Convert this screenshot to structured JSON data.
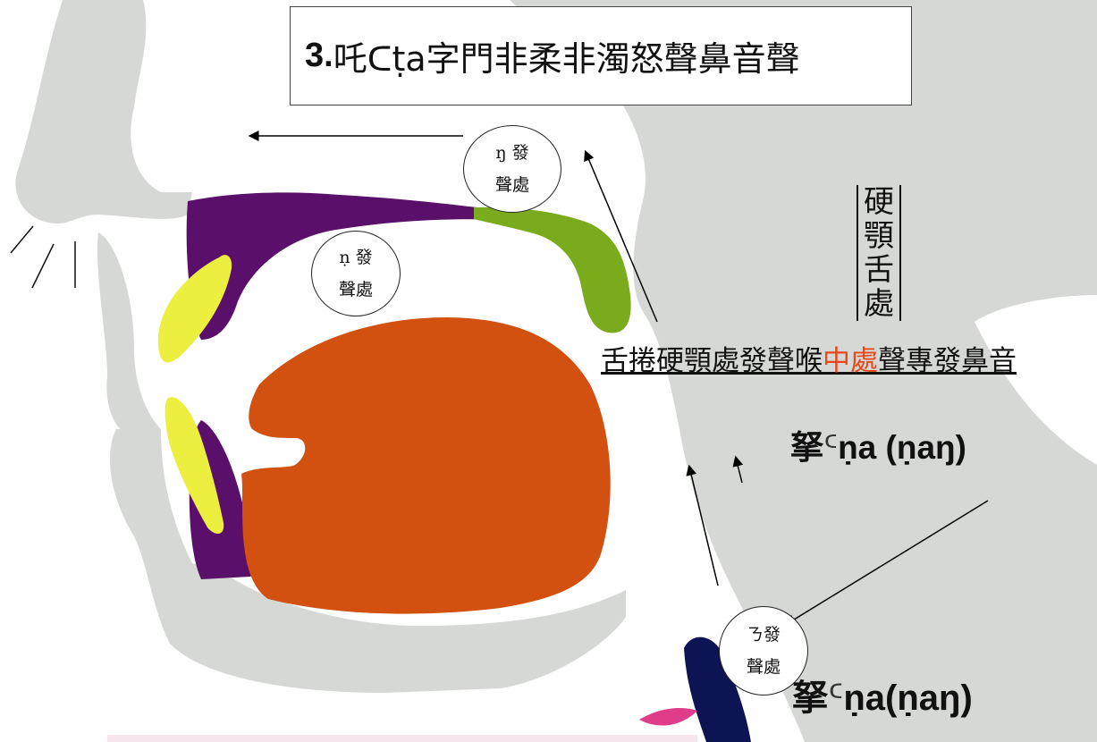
{
  "title": {
    "number": "3.",
    "text": "吒ᑕṭa字門非柔非濁怒聲鼻音聲"
  },
  "bubbles": [
    {
      "line1": "ŋ 發",
      "line2": "聲處"
    },
    {
      "line1": "ṇ 發",
      "line2": "聲處"
    },
    {
      "line1": "ㄋ發",
      "line2": "聲處"
    }
  ],
  "vertical_label": [
    "硬",
    "顎",
    "舌",
    "處"
  ],
  "caption": {
    "part1": "舌捲硬顎處發聲喉",
    "red": "中處",
    "part2": "聲專發鼻音"
  },
  "labels": {
    "upper": {
      "prefix": "拏",
      "glyph": "ᑦ",
      "text": "ṇa (ṇaŋ)"
    },
    "lower": {
      "prefix": "拏",
      "glyph": "ᑦ",
      "text": "ṇa(ṇaŋ)"
    }
  },
  "colors": {
    "tissue": "#d6d8d5",
    "palate": "#5a0f6b",
    "velum": "#7aab1c",
    "tongue": "#d25010",
    "teeth": "#ecee40",
    "lower_tract": "#0d1453",
    "accent_pink": "#df3c8a",
    "highlight_red": "#e8471a"
  }
}
